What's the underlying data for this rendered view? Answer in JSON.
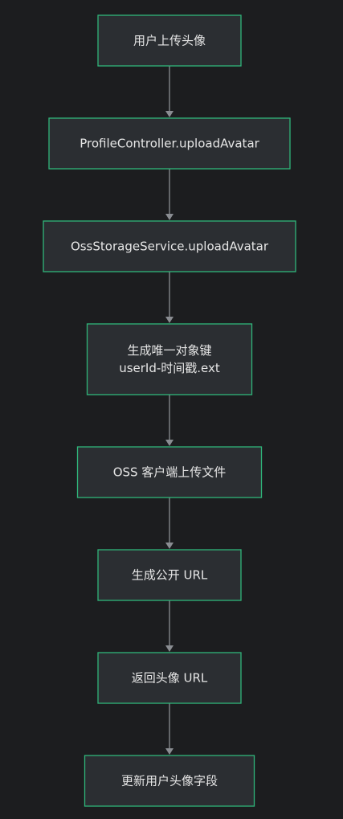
{
  "diagram": {
    "colors": {
      "background": "#1c1d1f",
      "node_fill": "#2b2e32",
      "node_border": "#2fb57a",
      "node_text": "#e6e6e6",
      "edge": "#8a8d92"
    },
    "nodes": [
      {
        "id": "n1",
        "lines": [
          "用户上传头像"
        ]
      },
      {
        "id": "n2",
        "lines": [
          "ProfileController.uploadAvatar"
        ]
      },
      {
        "id": "n3",
        "lines": [
          "OssStorageService.uploadAvatar"
        ]
      },
      {
        "id": "n4",
        "lines": [
          "生成唯一对象键",
          "userId-时间戳.ext"
        ]
      },
      {
        "id": "n5",
        "lines": [
          "OSS 客户端上传文件"
        ]
      },
      {
        "id": "n6",
        "lines": [
          "生成公开 URL"
        ]
      },
      {
        "id": "n7",
        "lines": [
          "返回头像 URL"
        ]
      },
      {
        "id": "n8",
        "lines": [
          "更新用户头像字段"
        ]
      }
    ],
    "edges": [
      {
        "from": "n1",
        "to": "n2"
      },
      {
        "from": "n2",
        "to": "n3"
      },
      {
        "from": "n3",
        "to": "n4"
      },
      {
        "from": "n4",
        "to": "n5"
      },
      {
        "from": "n5",
        "to": "n6"
      },
      {
        "from": "n6",
        "to": "n7"
      },
      {
        "from": "n7",
        "to": "n8"
      }
    ]
  }
}
